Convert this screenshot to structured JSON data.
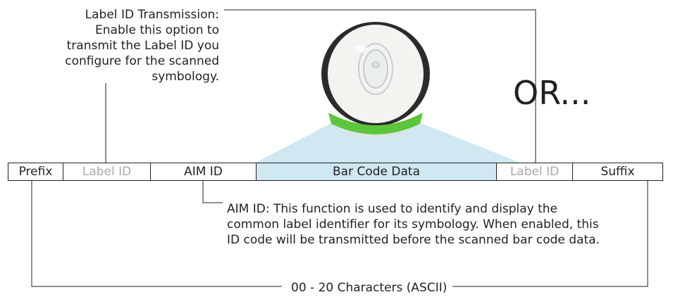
{
  "label_id_note": {
    "lines": [
      "Label ID Transmission:",
      "Enable this option to",
      "transmit the Label ID you",
      "configure for the scanned",
      "symbology."
    ]
  },
  "or_text": "OR...",
  "fields": [
    {
      "label": "Prefix",
      "muted": false,
      "highlight": false
    },
    {
      "label": "Label ID",
      "muted": true,
      "highlight": false
    },
    {
      "label": "AIM ID",
      "muted": false,
      "highlight": false
    },
    {
      "label": "Bar Code Data",
      "muted": false,
      "highlight": true
    },
    {
      "label": "Label ID",
      "muted": true,
      "highlight": false
    },
    {
      "label": "Suffix",
      "muted": false,
      "highlight": false
    }
  ],
  "aim_note": {
    "lines": [
      "AIM ID: This function is used to identify and display the",
      "common label identifier for its symbology. When enabled, this",
      "ID code will be transmitted before the scanned bar code data."
    ]
  },
  "characters_text": "00 - 20 Characters (ASCII)",
  "colors": {
    "line": "#231f20",
    "muted_text": "#a7a9ac",
    "scan_beam": "#cfe8f1",
    "scanner_ring": "#5cc63a"
  }
}
